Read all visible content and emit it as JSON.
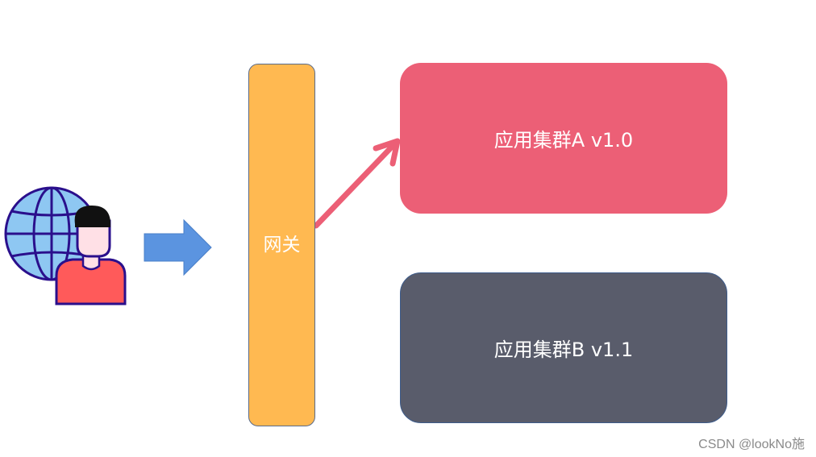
{
  "gateway": {
    "label": "网关",
    "color": "#FFB951"
  },
  "clusters": [
    {
      "label": "应用集群A v1.0",
      "color": "#EC5F76"
    },
    {
      "label": "应用集群B v1.1",
      "color": "#595C6B"
    }
  ],
  "user": {
    "icon": "user-globe-icon",
    "globe_color": "#8EC7F2",
    "shirt_color": "#FF5A5A",
    "outline_color": "#2A0F8C"
  },
  "flow": {
    "entry_arrow_color": "#5B94E0",
    "route_arrow_color": "#EC5F76"
  },
  "watermark": "CSDN @lookNo施"
}
